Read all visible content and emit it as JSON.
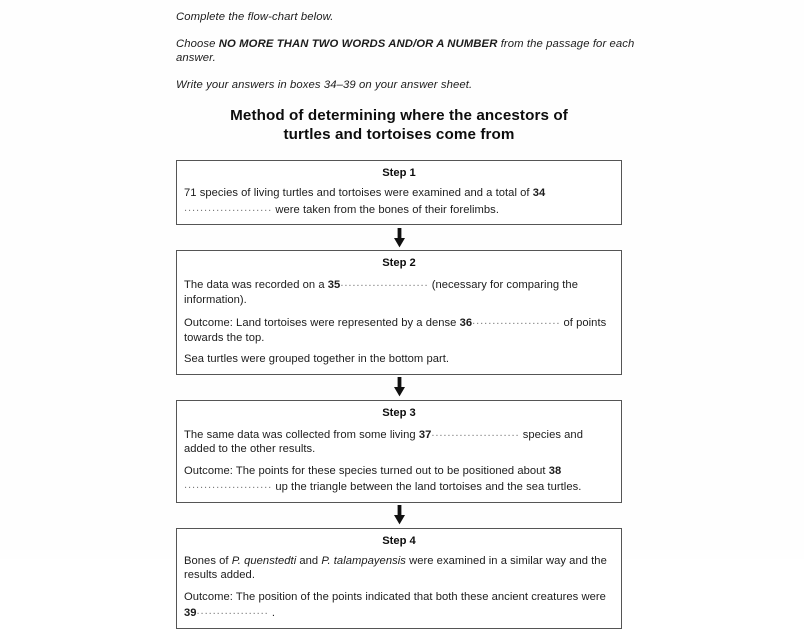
{
  "instructions": {
    "line1": "Complete the flow-chart below.",
    "line2_prefix": "Choose ",
    "line2_bold": "NO MORE THAN TWO WORDS AND/OR A NUMBER",
    "line2_suffix": " from the passage for each answer.",
    "line3": "Write your answers in boxes 34–39 on your answer sheet."
  },
  "chart": {
    "title_line1": "Method of determining where the ancestors of",
    "title_line2": "turtles and tortoises come from",
    "blank_dots": "......................",
    "blank_dots_short": "..................",
    "arrow_icon": "down-arrow-icon",
    "steps": [
      {
        "heading": "Step 1",
        "paragraphs": [
          {
            "id": "step1-p1",
            "segments": [
              {
                "type": "text",
                "value": "71 species of living turtles and tortoises were examined and a total of "
              },
              {
                "type": "bold",
                "value": "34"
              },
              {
                "type": "blank",
                "value": " ...................... "
              },
              {
                "type": "text",
                "value": "were taken from the bones of their forelimbs."
              }
            ],
            "text_before": "71 species of living turtles and tortoises were examined and a total of ",
            "number": "34",
            "text_after": "were taken from the bones of their forelimbs."
          }
        ]
      },
      {
        "heading": "Step 2",
        "paragraphs": [
          {
            "id": "step2-p1",
            "text_before": "The data was recorded on a ",
            "number": "35",
            "text_after": "(necessary for comparing the information)."
          },
          {
            "id": "step2-p2",
            "text_before": "Outcome: Land tortoises were represented by a dense ",
            "number": "36",
            "text_after": "of points towards the top."
          },
          {
            "id": "step2-p3",
            "text_before": "Sea turtles were grouped together in the bottom part.",
            "number": "",
            "text_after": ""
          }
        ]
      },
      {
        "heading": "Step 3",
        "paragraphs": [
          {
            "id": "step3-p1",
            "text_before": "The same data was collected from some living ",
            "number": "37",
            "text_after": "species and added to the other results."
          },
          {
            "id": "step3-p2",
            "text_before": "Outcome: The points for these species turned out to be positioned about ",
            "number": "38",
            "text_after": "up the triangle between the land tortoises and the sea turtles."
          }
        ]
      },
      {
        "heading": "Step 4",
        "paragraphs": [
          {
            "id": "step4-p1",
            "text_before_a": "Bones of ",
            "italic_a": "P. quenstedti",
            "text_mid": " and ",
            "italic_b": "P. talampayensis",
            "text_after": " were examined in a similar way and the results added."
          },
          {
            "id": "step4-p2",
            "text_before": "Outcome: The position of the points indicated that both these ancient creatures were ",
            "number": "39",
            "text_after": "."
          }
        ]
      }
    ]
  }
}
